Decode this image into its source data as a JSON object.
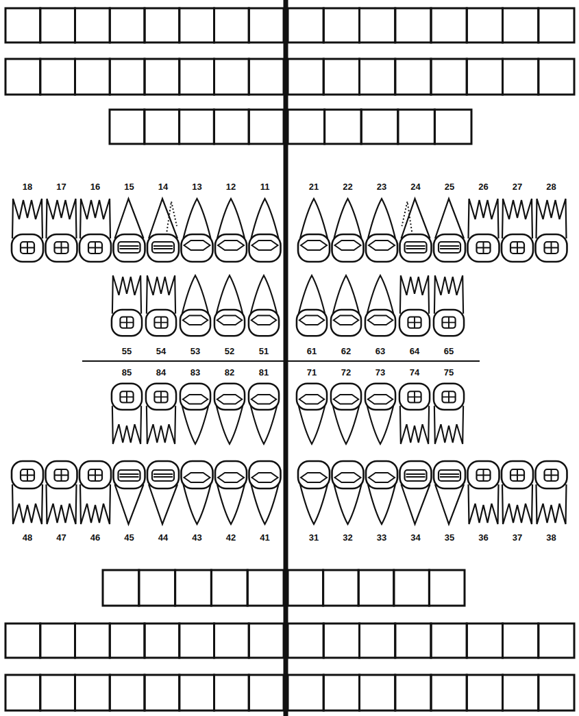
{
  "diagram": {
    "labels": [
      "18",
      "17",
      "16",
      "15",
      "14",
      "13",
      "12",
      "11",
      "21",
      "22",
      "23",
      "24",
      "25",
      "26",
      "27",
      "28",
      "55",
      "54",
      "53",
      "52",
      "51",
      "61",
      "62",
      "63",
      "64",
      "65",
      "85",
      "84",
      "83",
      "82",
      "81",
      "71",
      "72",
      "73",
      "74",
      "75",
      "48",
      "47",
      "46",
      "45",
      "44",
      "43",
      "42",
      "41",
      "31",
      "32",
      "33",
      "34",
      "35",
      "36",
      "37",
      "38"
    ]
  }
}
